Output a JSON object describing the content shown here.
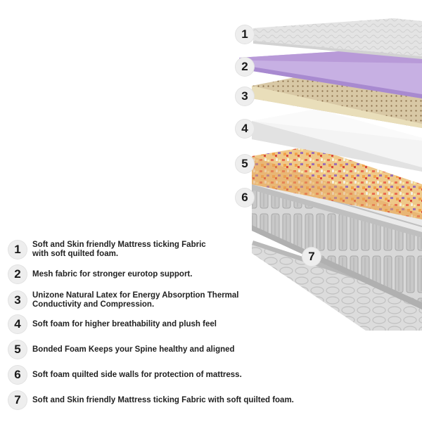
{
  "layers": [
    {
      "number": "1",
      "description": "Soft and Skin friendly  Mattress ticking Fabric\nwith soft quilted foam."
    },
    {
      "number": "2",
      "description": "Mesh fabric for stronger eurotop support."
    },
    {
      "number": "3",
      "description": "Unizone Natural Latex for Energy Absorption Thermal\nConductivity and Compression."
    },
    {
      "number": "4",
      "description": "Soft foam for higher breathability and plush feel"
    },
    {
      "number": "5",
      "description": "Bonded Foam Keeps your Spine healthy and aligned"
    },
    {
      "number": "6",
      "description": "Soft foam quilted side walls for protection of mattress."
    },
    {
      "number": "7",
      "description": "Soft and Skin friendly  Mattress ticking Fabric with soft quilted foam."
    }
  ],
  "colors": {
    "badge_bg": "#eeeeee",
    "ticking_fabric": "#e6e6e6",
    "mesh_fabric": "#c9b4e4",
    "latex": "#d6c6a2",
    "soft_foam": "#f1f1f1",
    "bonded_foam": "#e8b57a",
    "spring_unit": "#bdbdbd"
  }
}
